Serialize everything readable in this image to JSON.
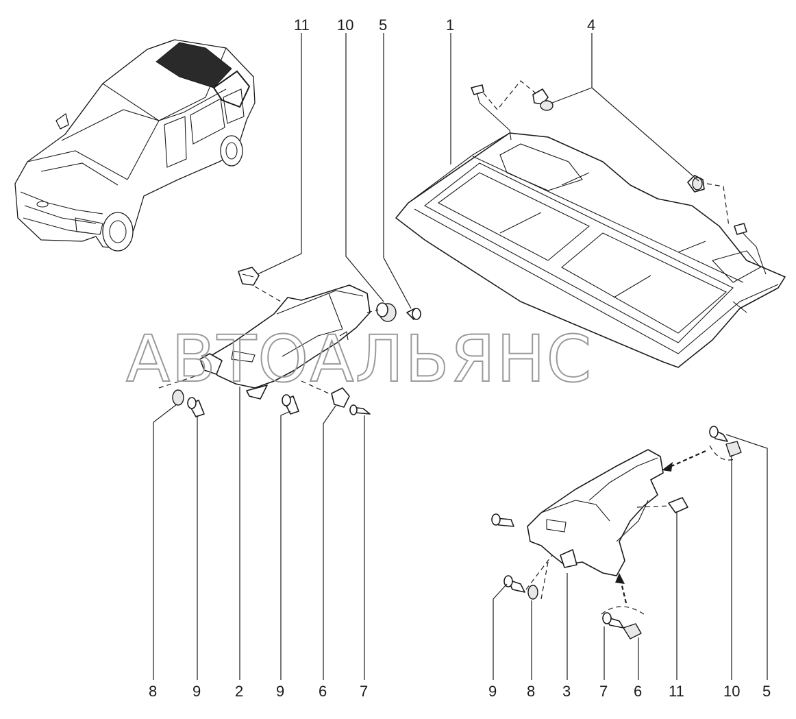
{
  "watermark": "АВТОАЛЬЯНС",
  "top_callouts": [
    {
      "id": "c11",
      "label": "11"
    },
    {
      "id": "c10",
      "label": "10"
    },
    {
      "id": "c5",
      "label": "5"
    },
    {
      "id": "c1",
      "label": "1"
    },
    {
      "id": "c4",
      "label": "4"
    }
  ],
  "bottom_left_callouts": [
    {
      "id": "bl8",
      "label": "8"
    },
    {
      "id": "bl9a",
      "label": "9"
    },
    {
      "id": "bl2",
      "label": "2"
    },
    {
      "id": "bl9b",
      "label": "9"
    },
    {
      "id": "bl6",
      "label": "6"
    },
    {
      "id": "bl7",
      "label": "7"
    }
  ],
  "bottom_right_callouts": [
    {
      "id": "br9",
      "label": "9"
    },
    {
      "id": "br8",
      "label": "8"
    },
    {
      "id": "br3",
      "label": "3"
    },
    {
      "id": "br7",
      "label": "7"
    },
    {
      "id": "br6",
      "label": "6"
    },
    {
      "id": "br11",
      "label": "11"
    },
    {
      "id": "br10",
      "label": "10"
    },
    {
      "id": "br5",
      "label": "5"
    }
  ]
}
